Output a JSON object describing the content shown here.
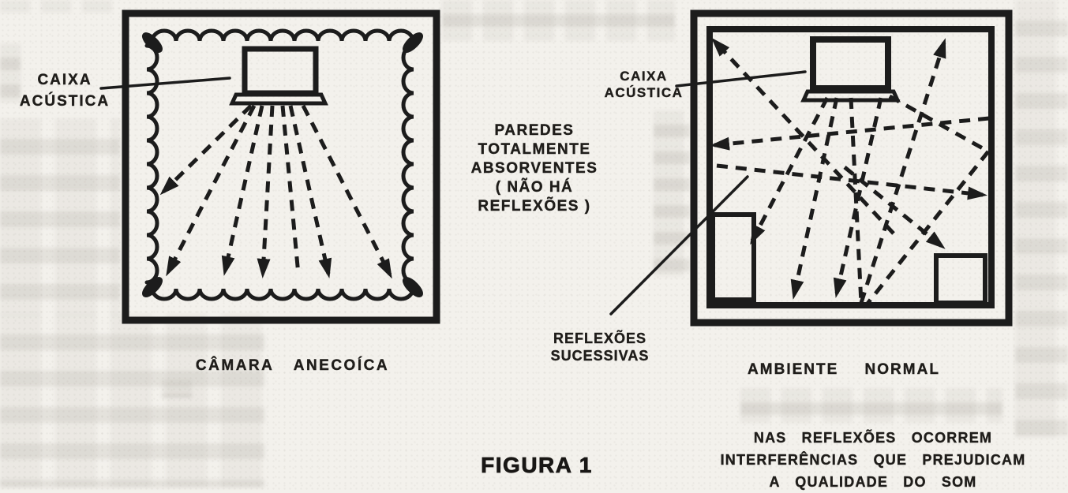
{
  "colors": {
    "ink": "#1c1c1c",
    "paper": "#f3f1ec"
  },
  "left_diagram": {
    "speaker_label": {
      "line1": "CAIXA",
      "line2": "ACÚSTICA"
    },
    "walls_label": {
      "line1": "PAREDES",
      "line2": "TOTALMENTE",
      "line3": "ABSORVENTES",
      "line4": "( NÃO HÁ",
      "line5": "REFLEXÕES )"
    },
    "caption": "CÂMARA ANECOÍCA"
  },
  "right_diagram": {
    "speaker_label": {
      "line1": "CAIXA",
      "line2": "ACÚSTICA"
    },
    "reflections_label": {
      "line1": "REFLEXÕES",
      "line2": "SUCESSIVAS"
    },
    "caption": "AMBIENTE NORMAL"
  },
  "figure_caption": "FIGURA 1",
  "note": {
    "line1": "NAS REFLEXÕES OCORREM",
    "line2": "INTERFERÊNCIAS QUE PREJUDICAM",
    "line3": "A QUALIDADE DO SOM"
  }
}
